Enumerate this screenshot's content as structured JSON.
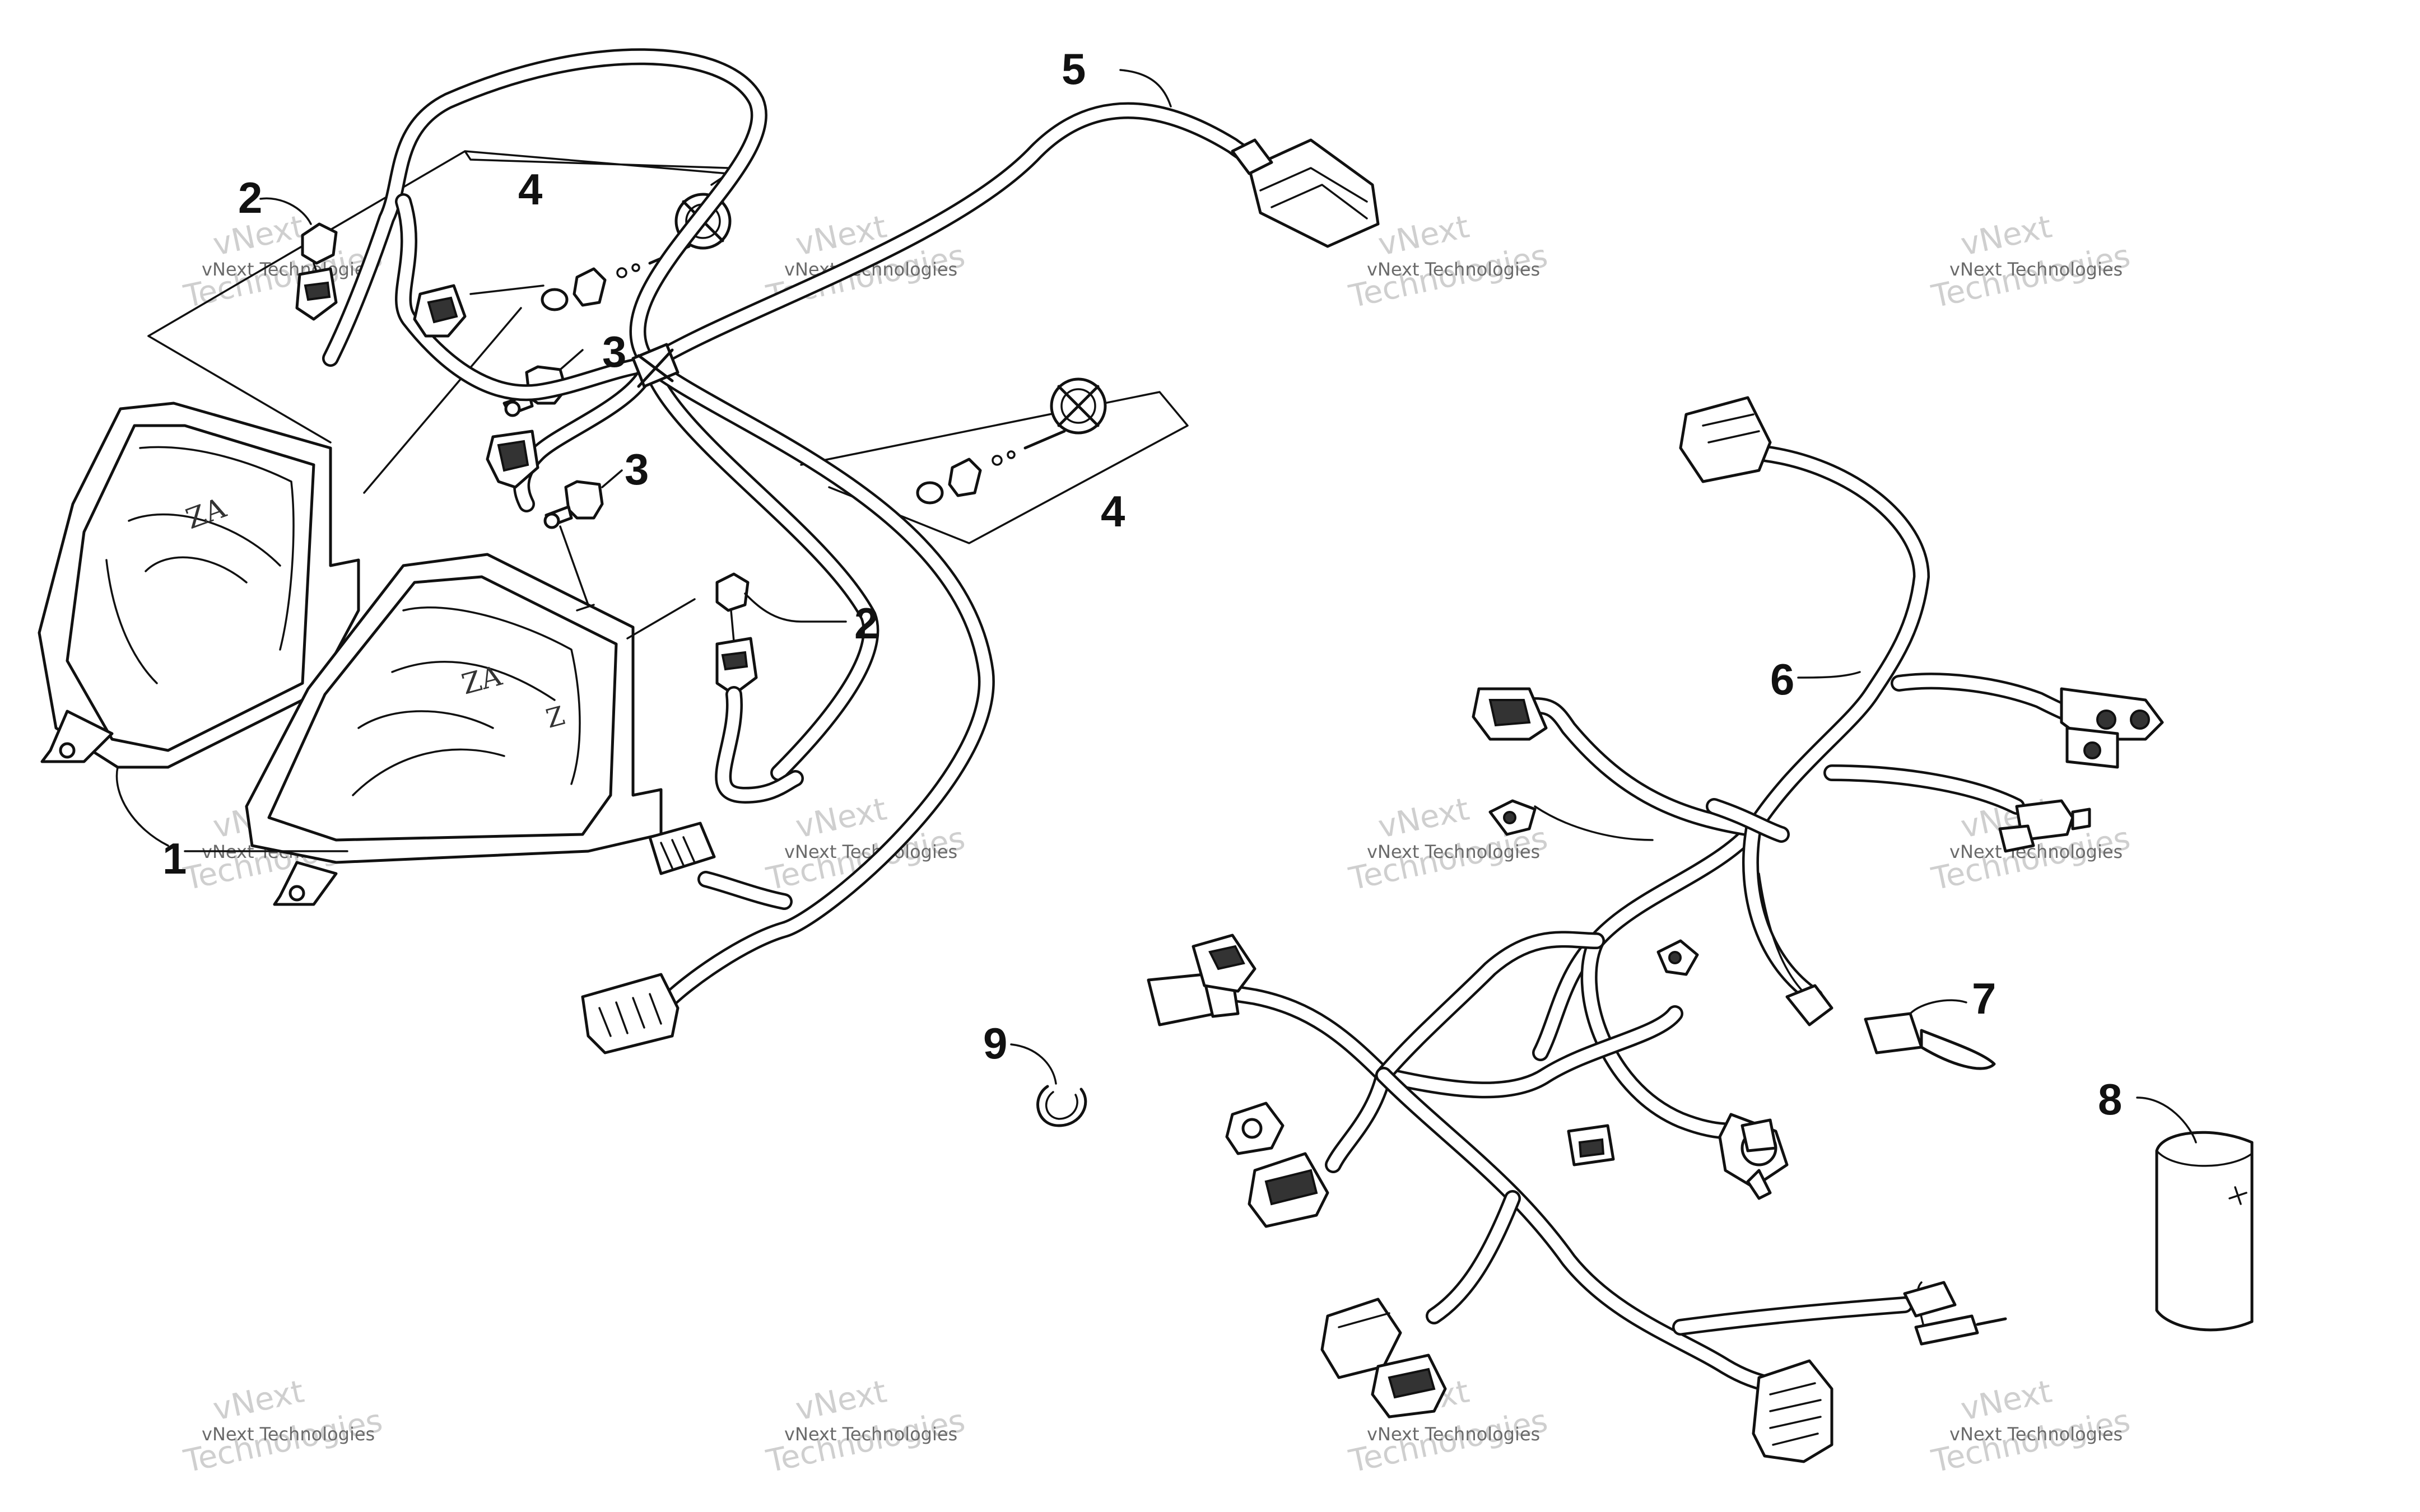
{
  "callouts": [
    {
      "label": "1"
    },
    {
      "label": "2"
    },
    {
      "label": "2"
    },
    {
      "label": "3"
    },
    {
      "label": "3"
    },
    {
      "label": "4"
    },
    {
      "label": "4"
    },
    {
      "label": "5"
    },
    {
      "label": "6"
    },
    {
      "label": "7"
    },
    {
      "label": "8"
    },
    {
      "label": "9"
    }
  ],
  "watermark": {
    "line1": "vNext Technologies",
    "line2": "vNext",
    "line3": "Technologies"
  },
  "colors": {
    "ink": "#111111",
    "background": "#ffffff",
    "watermark": "#cfcfcf"
  }
}
